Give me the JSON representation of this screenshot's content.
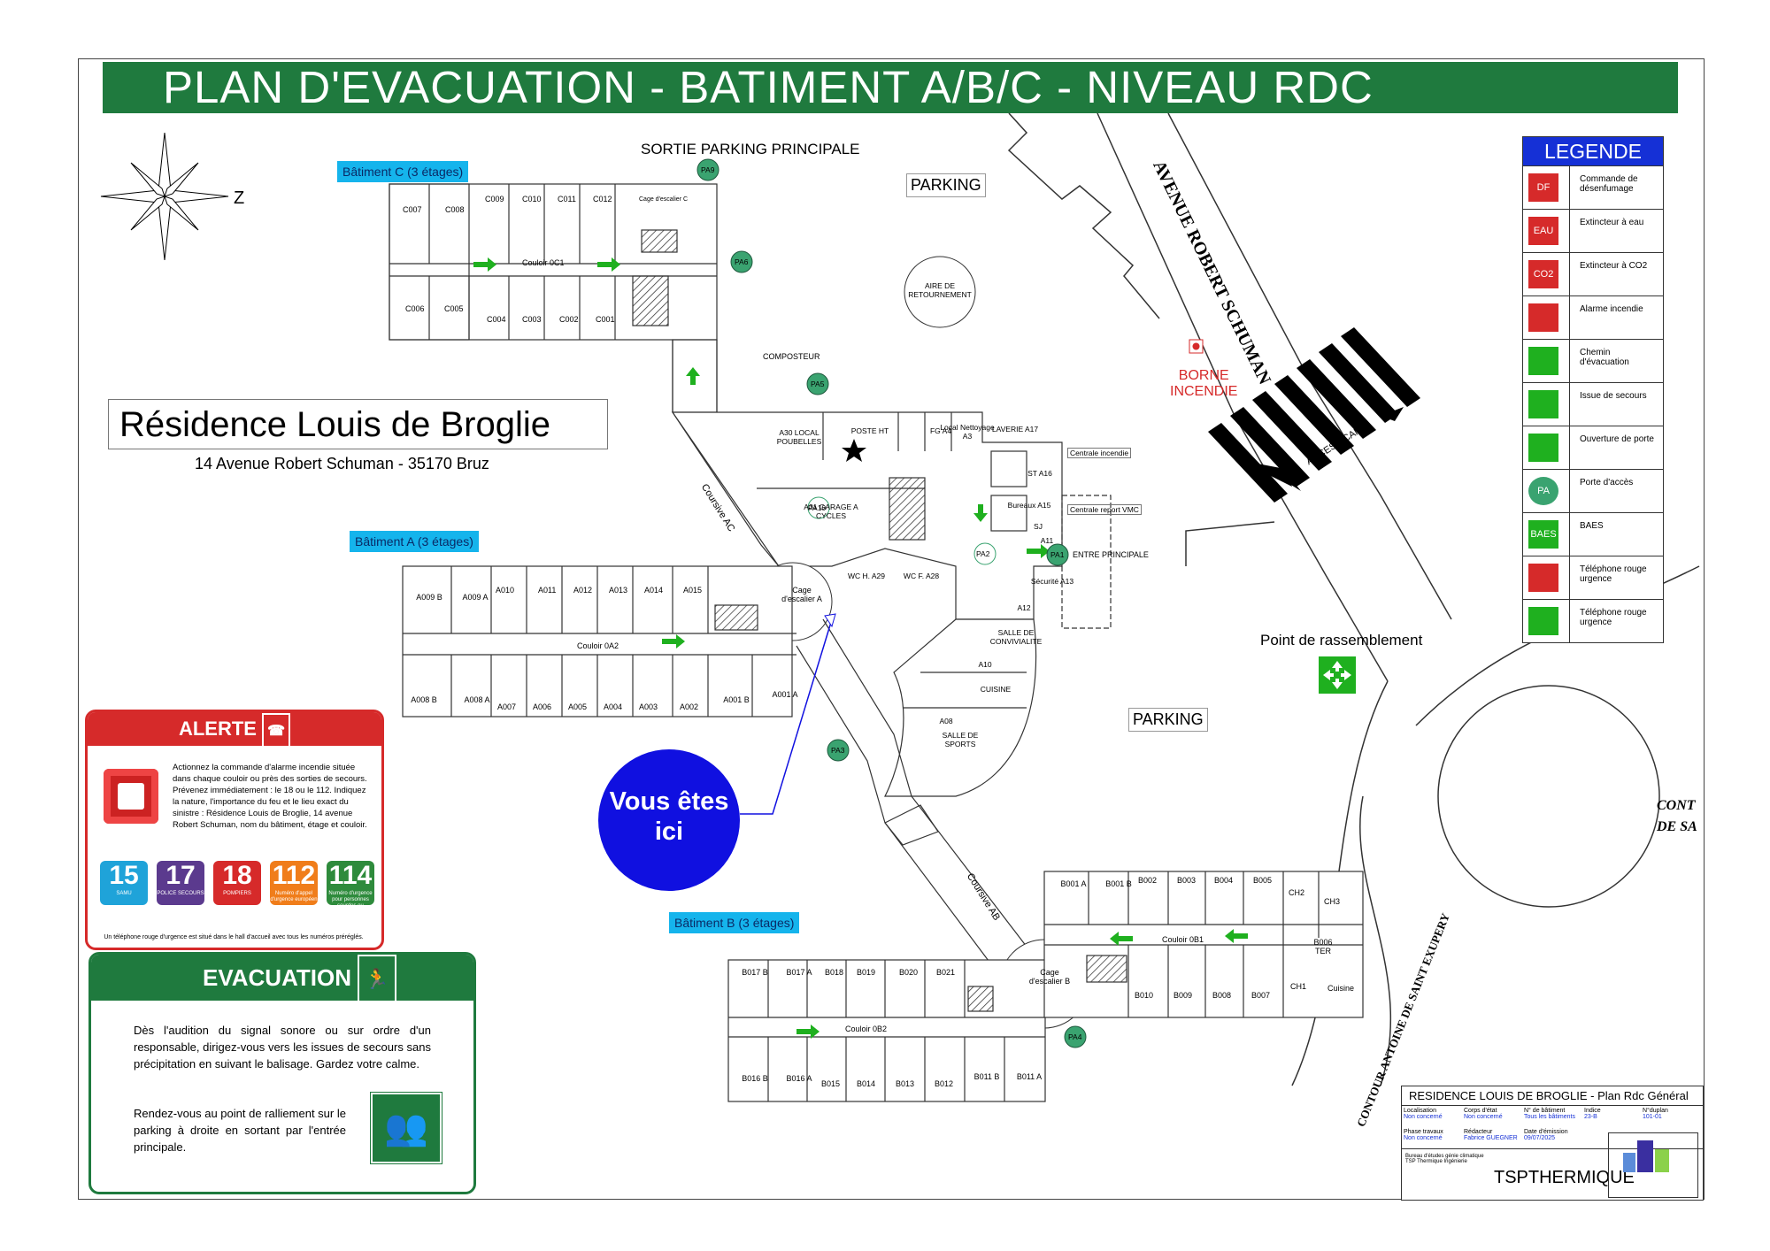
{
  "title": "PLAN D'EVACUATION - BATIMENT A/B/C - NIVEAU RDC",
  "residence": {
    "name": "Résidence Louis de Broglie",
    "address": "14 Avenue Robert Schuman - 35170 Bruz"
  },
  "buildings": {
    "c": "Bâtiment C (3 étages)",
    "a": "Bâtiment A (3 étages)",
    "b": "Bâtiment B (3 étages)"
  },
  "street_labels": {
    "avenue": "AVENUE ROBERT SCHUMAN",
    "acces": "ACCES ECAM",
    "contour": "CONTOUR ANTOINE DE SAINT EXUPERY",
    "cont_edge_1": "CONT",
    "cont_edge_2": "DE SA"
  },
  "labels": {
    "sortie_parking": "SORTIE PARKING PRINCIPALE",
    "parking_top": "PARKING",
    "parking_right": "PARKING",
    "aire": "AIRE DE RETOURNEMENT",
    "borne_1": "BORNE",
    "borne_2": "INCENDIE",
    "compost": "COMPOSTEUR",
    "rassemblement": "Point de rassemblement",
    "entree": "ENTRE PRINCIPALE",
    "centrale_incendie": "Centrale incendie",
    "centrale_vmc": "Centrale report VMC",
    "coursive_ac": "Coursive AC",
    "coursive_ab": "Coursive AB",
    "cage_a": "Cage d'escalier A",
    "cage_b": "Cage d'escalier B",
    "cage_c": "Cage d'escalier C",
    "couloir_c": "Couloir 0C1",
    "couloir_a": "Couloir 0A2",
    "couloir_b2": "Couloir 0B2",
    "couloir_b1": "Couloir 0B1"
  },
  "rooms": {
    "c_top": [
      "C007",
      "C008",
      "C009",
      "C010",
      "C011",
      "C012"
    ],
    "c_bottom": [
      "C006",
      "C005",
      "C004",
      "C003",
      "C002",
      "C001"
    ],
    "a_top": [
      "A009 B",
      "A009 A",
      "A010",
      "A011",
      "A012",
      "A013",
      "A014",
      "A015"
    ],
    "a_bottom": [
      "A008 B",
      "A008 A",
      "A007",
      "A006",
      "A005",
      "A004",
      "A003",
      "A002",
      "A001 B",
      "A001 A"
    ],
    "b2_top": [
      "B017 B",
      "B017 A",
      "B018",
      "B019",
      "B020",
      "B021"
    ],
    "b2_bottom": [
      "B016 B",
      "B016 A",
      "B015",
      "B014",
      "B013",
      "B012",
      "B011 B",
      "B011 A"
    ],
    "b1_top": [
      "B001 A",
      "B001 B",
      "B002",
      "B003",
      "B004",
      "B005",
      "CH2",
      "CH3"
    ],
    "b1_bottom": [
      "B010",
      "B009",
      "B008",
      "B007",
      "CH1",
      "Cuisine",
      "B006 TER"
    ],
    "central": [
      "A30 LOCAL POUBELLES",
      "POSTE HT",
      "FG A4",
      "Local Nettoyage A3",
      "LAVERIE A17",
      "A31 GARAGE A CYCLES",
      "ST A16",
      "Bureaux A15",
      "SJ",
      "A11",
      "Sécurité A13",
      "A12",
      "SALLE DE CONVIVIALITE",
      "A10",
      "CUISINE",
      "A08",
      "SALLE DE SPORTS",
      "WC H. A29",
      "WC F. A28"
    ]
  },
  "access_points": [
    "PA1",
    "PA2",
    "PA3",
    "PA4",
    "PA5",
    "PA6",
    "PA9",
    "PA10"
  ],
  "vous_etes_ici": {
    "line1": "Vous êtes",
    "line2": "ici"
  },
  "legend": {
    "title": "LEGENDE",
    "items": [
      {
        "icon": "smoke-control-icon",
        "label": "Commande de désenfumage",
        "code": "DF"
      },
      {
        "icon": "water-extinguisher-icon",
        "label": "Extincteur à eau",
        "code": "EAU"
      },
      {
        "icon": "co2-extinguisher-icon",
        "label": "Extincteur à CO2",
        "code": "CO2"
      },
      {
        "icon": "fire-alarm-icon",
        "label": "Alarme incendie"
      },
      {
        "icon": "evacuation-arrow-icon",
        "label": "Chemin d'évacuation"
      },
      {
        "icon": "emergency-exit-icon",
        "label": "Issue de secours"
      },
      {
        "icon": "door-opening-icon",
        "label": "Ouverture de porte"
      },
      {
        "icon": "access-door-icon",
        "label": "Porte d'accès",
        "code": "PA"
      },
      {
        "icon": "baes-icon",
        "label": "BAES",
        "code": "BAES"
      },
      {
        "icon": "red-phone-icon",
        "label": "Téléphone rouge urgence"
      },
      {
        "icon": "green-phone-icon",
        "label": "Téléphone rouge urgence"
      }
    ]
  },
  "alerte": {
    "title": "ALERTE",
    "text": "Actionnez la commande d'alarme incendie située dans chaque couloir ou près des sorties de secours. Prévenez immédiatement : le 18 ou le 112. Indiquez la nature, l'importance du feu et le lieu exact du sinistre : Résidence Louis de Broglie, 14 avenue Robert Schuman, nom du bâtiment, étage et couloir.",
    "numbers": [
      {
        "num": "15",
        "label": "SAMU",
        "color": "#1fa3d9"
      },
      {
        "num": "17",
        "label": "POLICE SECOURS",
        "color": "#5b3a8e"
      },
      {
        "num": "18",
        "label": "POMPIERS",
        "color": "#d62a2a"
      },
      {
        "num": "112",
        "label": "Numéro d'appel d'urgence européen",
        "color": "#f07d1a"
      },
      {
        "num": "114",
        "label": "Numéro d'urgence pour personnes sourdes ou malentendantes",
        "color": "#2e8b3c"
      }
    ],
    "footer": "Un téléphone rouge d'urgence est situé dans le hall d'accueil avec tous les numéros préréglés."
  },
  "evacuation": {
    "title": "EVACUATION",
    "p1": "Dès l'audition du signal sonore ou sur ordre d'un responsable, dirigez-vous vers les issues de secours sans précipitation en suivant le balisage. Gardez votre calme.",
    "p2": "Rendez-vous au point de ralliement sur le parking à droite en sortant par l'entrée principale."
  },
  "cartouche": {
    "title": "RESIDENCE LOUIS DE BROGLIE - Plan Rdc Général",
    "fields": [
      {
        "k": "Localisation",
        "v": "Non concerné"
      },
      {
        "k": "Corps d'état",
        "v": "Non concerné"
      },
      {
        "k": "N° de bâtiment",
        "v": "Tous les bâtiments"
      },
      {
        "k": "Indice",
        "v": "23-B"
      },
      {
        "k": "N°duplan",
        "v": "101-01"
      },
      {
        "k": "Phase travaux",
        "v": "Non concerné"
      },
      {
        "k": "Rédacteur",
        "v": "Fabrice GUEGNER"
      },
      {
        "k": "Date d'émission",
        "v": "09/07/2025"
      }
    ],
    "company": "TSPTHERMIQUE",
    "office": "Bureau d'études génie climatique TSP Thermique Ingénierie"
  },
  "colors": {
    "green": "#1f7a3e",
    "red": "#d62a2a",
    "blue": "#1010e0",
    "cyan": "#15b4ec"
  }
}
